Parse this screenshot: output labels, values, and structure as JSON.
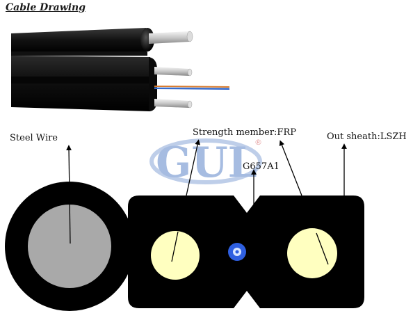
{
  "title": "Cable Drawing",
  "labels": {
    "steel_wire": "Steel Wire",
    "strength_member": "Strength member:FRP",
    "out_sheath": "Out sheath:LSZH",
    "fiber": "G657A1"
  },
  "watermark": {
    "text": "GUL",
    "registered": "®"
  },
  "colors": {
    "sheath": "#000000",
    "steel_wire": "#a9a9a9",
    "frp": "#ffffc0",
    "fiber": "#2e5fe0",
    "watermark": "#5f86c9"
  }
}
